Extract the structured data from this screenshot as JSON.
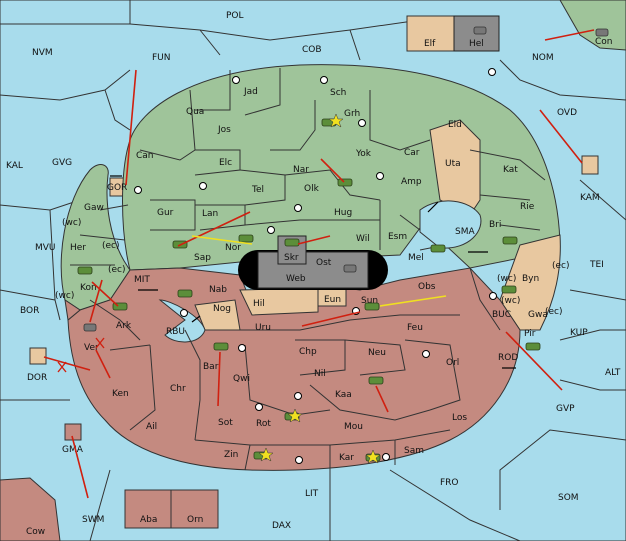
{
  "labels": {
    "sea": [
      "POL",
      "NVM",
      "FUN",
      "COB",
      "NOM",
      "OVD",
      "KAL",
      "GVG",
      "MVU",
      "BOR",
      "DOR",
      "SWM",
      "DAX",
      "LIT",
      "FRO",
      "SOM",
      "GVP",
      "ALT",
      "KUP",
      "TEI",
      "SMA",
      "MIT",
      "RBU",
      "BUC",
      "ROD"
    ],
    "land": [
      "Jad",
      "Sch",
      "Qua",
      "Grh",
      "Jos",
      "Eld",
      "Can",
      "Yok",
      "Car",
      "Elc",
      "Nar",
      "Amp",
      "Uta",
      "Tel",
      "Olk",
      "Kat",
      "Gur",
      "Hug",
      "Rie",
      "Lan",
      "Esm",
      "Bri",
      "Nor",
      "Wil",
      "Sap",
      "Mel",
      "Byn",
      "Nab",
      "Obs",
      "Hil",
      "Nog",
      "Sun",
      "Ark",
      "Uru",
      "Feu",
      "Pir",
      "Gwa",
      "Chp",
      "Neu",
      "Ver",
      "Bar",
      "Qwi",
      "Nil",
      "Orl",
      "Ken",
      "Chr",
      "Kaa",
      "Ail",
      "Sot",
      "Rot",
      "Mou",
      "Los",
      "Zin",
      "Kar",
      "Sam",
      "Skr",
      "Web",
      "Ost",
      "Eun",
      "Elf",
      "Hel",
      "Con",
      "KAM",
      "GOR",
      "Gaw",
      "Her",
      "Kon",
      "GMA",
      "Cow",
      "Aba",
      "Orn"
    ],
    "coasts": [
      "(wc)",
      "(ec)",
      "(wc)",
      "(ec)",
      "(ec)",
      "(wc)",
      "(wc)",
      "(ec)"
    ]
  },
  "units_icon": "tank-icon",
  "colors": {
    "sea": "#a8dcec",
    "green": "#9fc49a",
    "brown": "#c48a80",
    "tan": "#e8c8a0",
    "gray": "#8c8c8c",
    "order_red": "#d02010",
    "support_yellow": "#f0e020"
  }
}
